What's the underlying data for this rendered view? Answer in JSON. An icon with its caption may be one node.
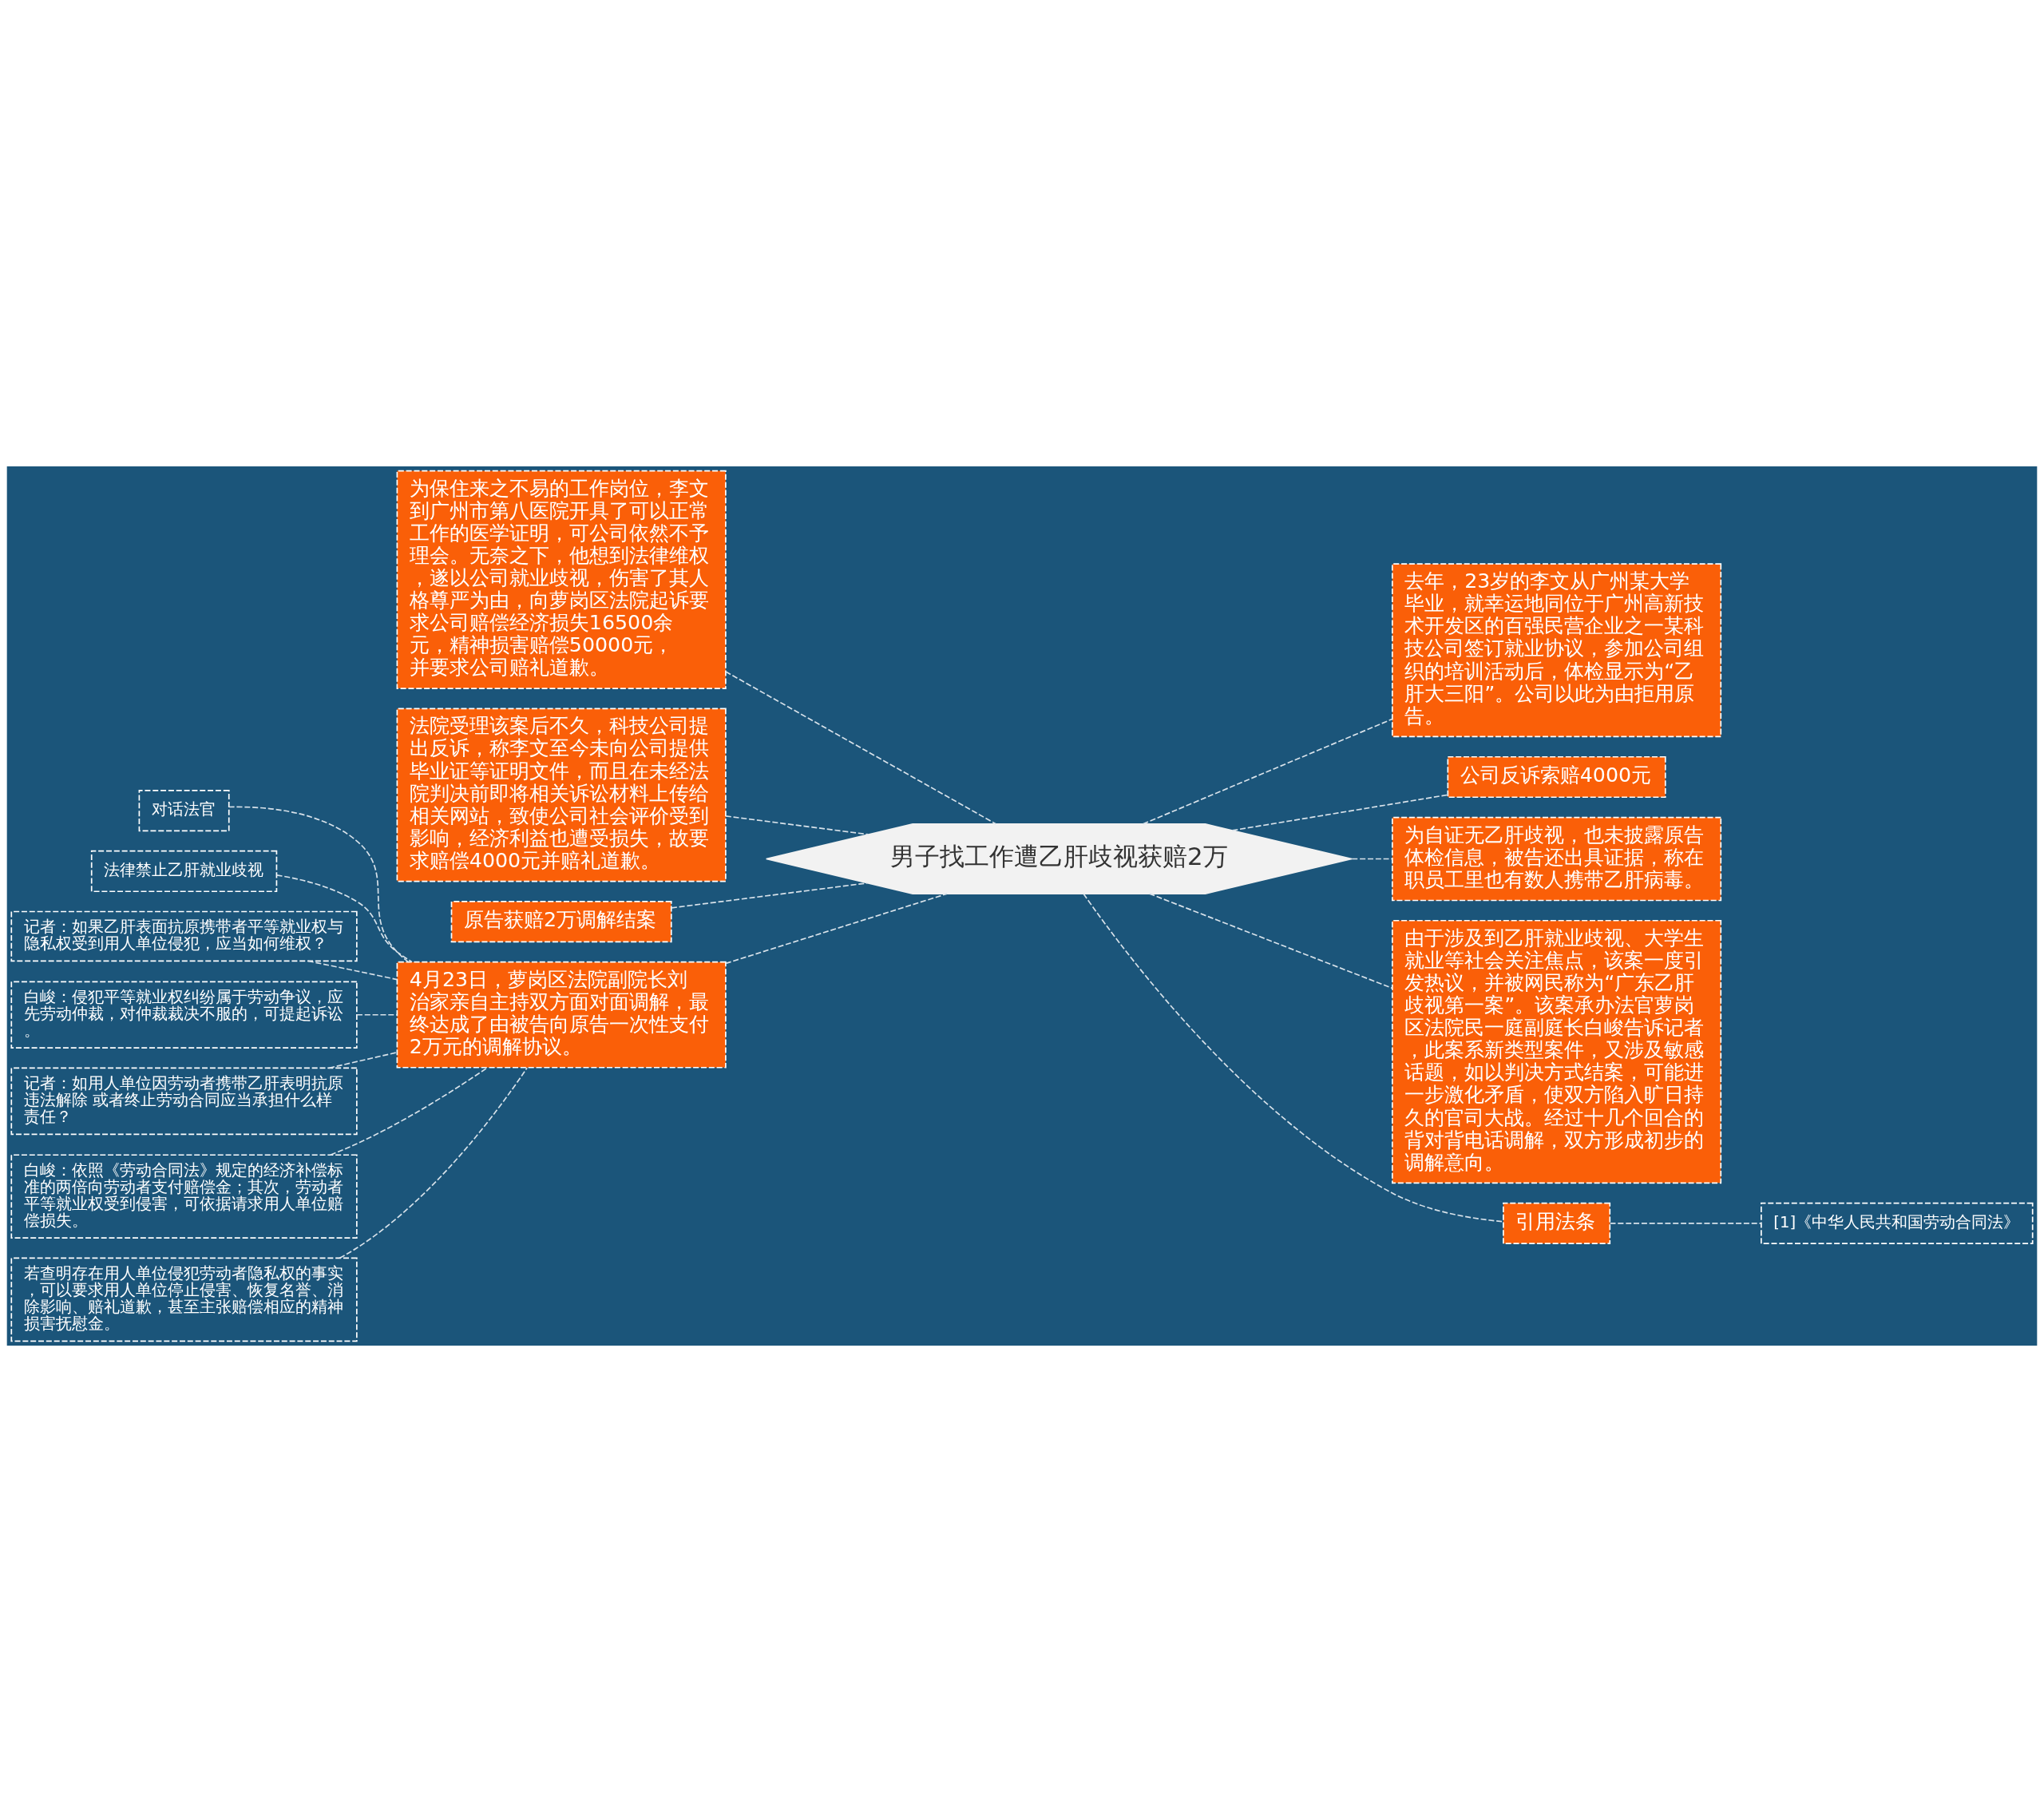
{
  "diagram": {
    "nodes": [
      {
        "text": [
          "男子找工作遭乙肝歧视获赔2万"
        ]
      },
      {
        "text": [
          "为保住来之不易的工作岗位，李文到广州市第八医院开具了可以正常工作的医学证明，可公司依然不予理会。无奈之下，他想到法律维权，遂以公司就业歧视，伤害了其人格尊严为由，向萝岗区法院起诉要求公司赔偿经济损失16500余元，精神损害赔偿50000元，并要求公司赔礼道歉。"
        ]
      },
      {
        "text": [
          "法院受理该案后不久，科技公司提出反诉，称李文至今未向公司提供毕业证等证明文件，而且在未经法院判决前即将相关诉讼材料上传给相关网站，致使公司社会评价受到影响，经济利益也遭受损失，故要求赔偿4000元并赔礼道歉。"
        ]
      },
      {
        "text": [
          "原告获赔2万调解结案"
        ]
      },
      {
        "text": [
          "4月23日，萝岗区法院副院长刘治家亲自主持双方面对面调解，最终达成了由被告向原告一次性支付2万元的调解协议。"
        ]
      },
      {
        "text": [
          "对话法官"
        ]
      },
      {
        "text": [
          "法律禁止乙肝就业歧视"
        ]
      },
      {
        "text": [
          "记者：如果乙肝表面抗原携带者平等就业权与隐私权受到用人单位侵犯，应当如何维权？"
        ]
      },
      {
        "text": [
          "白峻：侵犯平等就业权纠纷属于劳动争议，应先劳动仲裁，对仲裁裁决不服的，可提起诉讼。"
        ]
      },
      {
        "text": [
          "记者：如用人单位因劳动者携带乙肝表明抗原违法解除 或者终止劳动合同应当承担什么样责任？"
        ]
      },
      {
        "text": [
          "白峻：依照《劳动合同法》规定的经济补偿标准的两倍向劳动者支付赔偿金；其次，劳动者平等就业权受到侵害，可依据请求用人单位赔偿损失。"
        ]
      },
      {
        "text": [
          "若查明存在用人单位侵犯劳动者隐私权的事实，可以要求用人单位停止侵害、恢复名誉、消除影响、赔礼道歉，甚至主张赔偿相应的精神损害抚慰金。"
        ]
      },
      {
        "text": [
          "去年，23岁的李文从广州某大学毕业，就幸运地同位于广州高新技术开发区的百强民营企业之一某科技公司签订就业协议，参加公司组织的培训活动后，体检显示为“乙肝大三阳”。公司以此为由拒用原告。"
        ]
      },
      {
        "text": [
          "公司反诉索赔4000元"
        ]
      },
      {
        "text": [
          "为自证无乙肝歧视，也未披露原告体检信息，被告还出具证据，称在职员工里也有数人携带乙肝病毒。"
        ]
      },
      {
        "text": [
          "由于涉及到乙肝就业歧视、大学生就业等社会关注焦点，该案一度引发热议，并被网民称为“广东乙肝歧视第一案”。该案承办法官萝岗区法院民一庭副庭长白峻告诉记者，此案系新类型案件，又涉及敏感话题，如以判决方式结案，可能进一步激化矛盾，使双方陷入旷日持久的官司大战。经过十几个回合的背对背电话调解，双方形成初步的调解意向。"
        ]
      },
      {
        "text": [
          "引用法条"
        ]
      },
      {
        "text": [
          "[1]《中华人民共和国劳动合同法》"
        ]
      }
    ],
    "edges": [
      {
        "from": 0,
        "to": 1,
        "arrow": "none"
      },
      {
        "from": 0,
        "to": 2,
        "arrow": "none"
      },
      {
        "from": 0,
        "to": 3,
        "arrow": "none"
      },
      {
        "from": 0,
        "to": 4,
        "arrow": "none"
      },
      {
        "from": 4,
        "to": 5,
        "arrow": "none"
      },
      {
        "from": 4,
        "to": 6,
        "arrow": "none"
      },
      {
        "from": 4,
        "to": 7,
        "arrow": "none"
      },
      {
        "from": 4,
        "to": 8,
        "arrow": "none"
      },
      {
        "from": 4,
        "to": 9,
        "arrow": "none"
      },
      {
        "from": 4,
        "to": 10,
        "arrow": "none"
      },
      {
        "from": 4,
        "to": 11,
        "arrow": "none"
      },
      {
        "from": 0,
        "to": 12,
        "arrow": "none"
      },
      {
        "from": 0,
        "to": 13,
        "arrow": "none"
      },
      {
        "from": 0,
        "to": 14,
        "arrow": "none"
      },
      {
        "from": 0,
        "to": 15,
        "arrow": "none"
      },
      {
        "from": 0,
        "to": 16,
        "arrow": "none"
      },
      {
        "from": 16,
        "to": 17,
        "arrow": "none"
      }
    ]
  }
}
